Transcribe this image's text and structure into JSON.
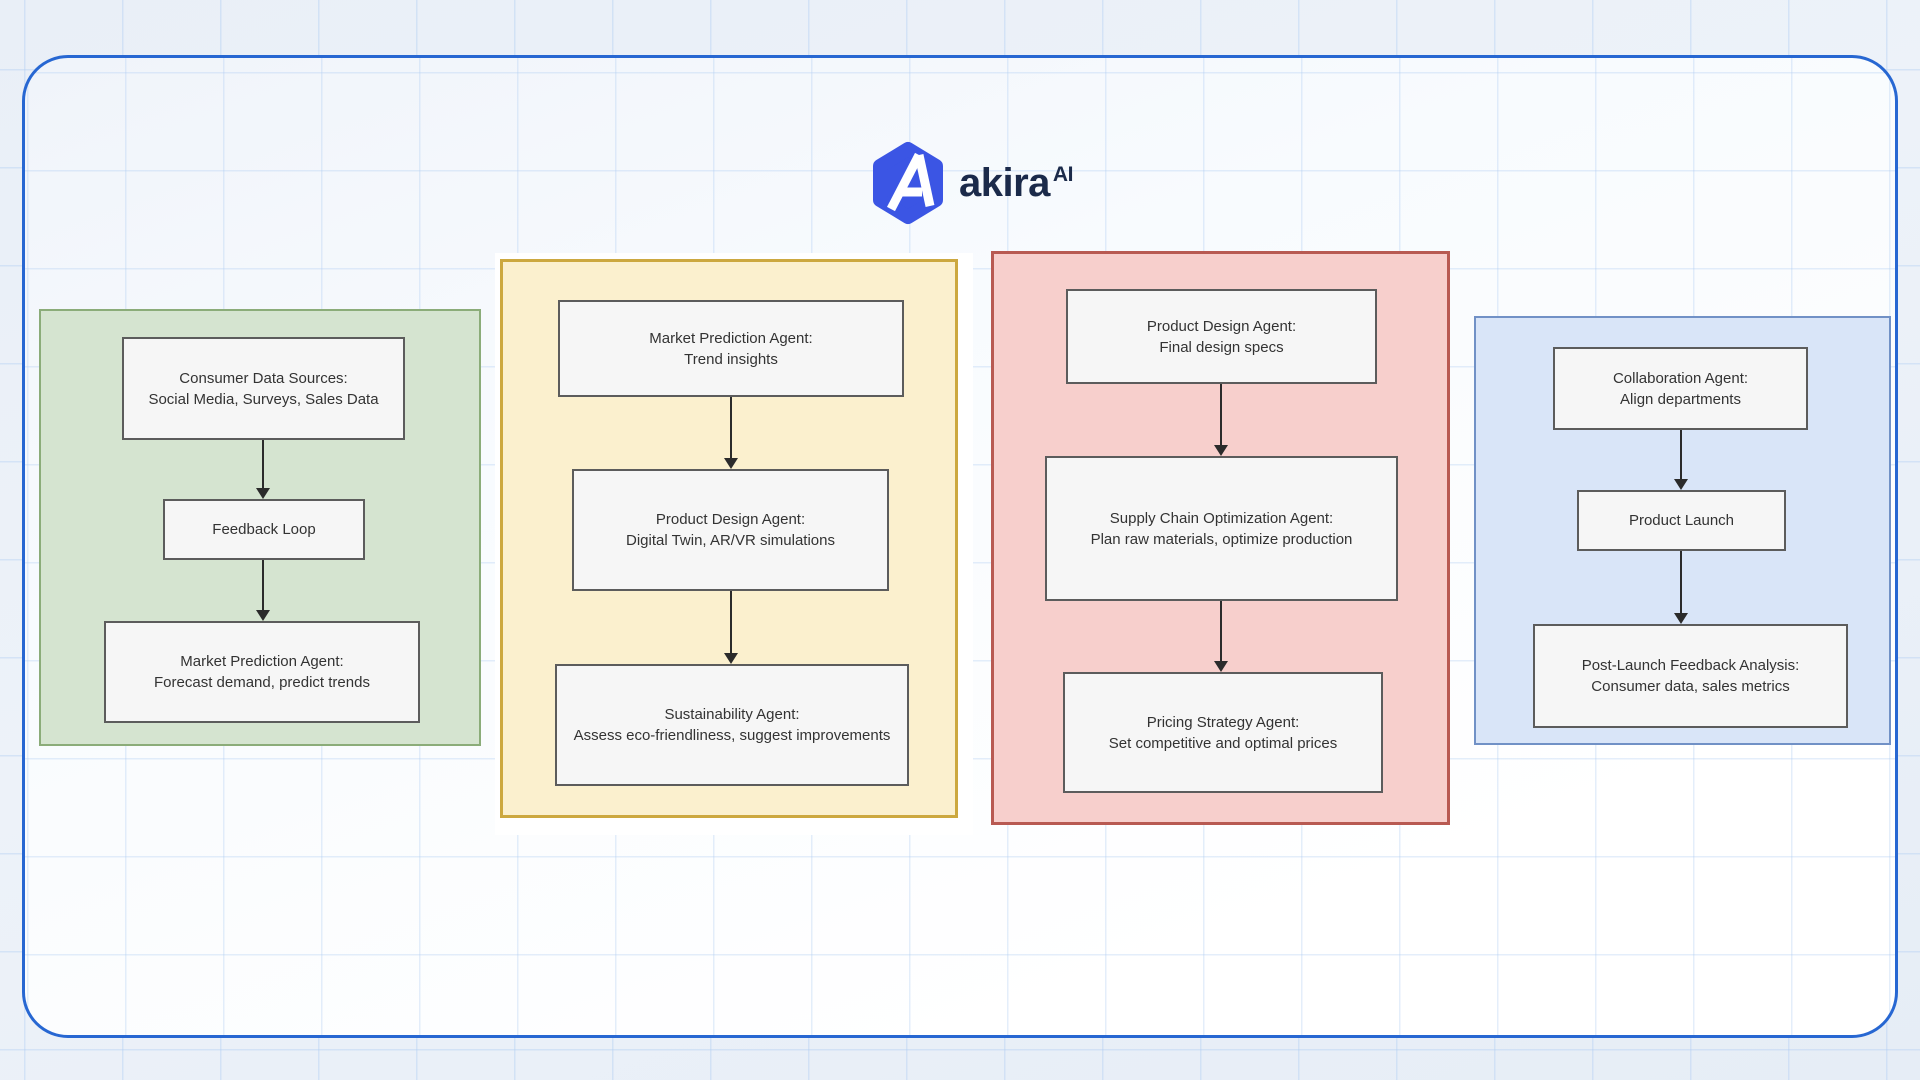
{
  "brand": {
    "name": "akira",
    "superscript": "AI",
    "icon": "hexagon-a-icon",
    "hexagon_color": "#3B55E4",
    "text_color": "#1B2A4A"
  },
  "canvas": {
    "border_color": "#2767D2",
    "grid_color": "#D6E4F7"
  },
  "node_style": {
    "fill": "#F6F6F6",
    "border": "#5C5C5C",
    "text_color": "#333333"
  },
  "panels": [
    {
      "name": "consumer-insights",
      "fill": "#D5E4D0",
      "border": "#8BAC79",
      "boxes": [
        {
          "lines": [
            "Consumer Data Sources:",
            "Social Media, Surveys, Sales Data"
          ]
        },
        {
          "lines": [
            "Feedback Loop"
          ]
        },
        {
          "lines": [
            "Market Prediction Agent:",
            "Forecast demand, predict trends"
          ]
        }
      ]
    },
    {
      "name": "design-simulation",
      "fill": "#FBF0CE",
      "border": "#CCA83F",
      "boxes": [
        {
          "lines": [
            "Market Prediction Agent:",
            "Trend insights"
          ]
        },
        {
          "lines": [
            "Product Design Agent:",
            "Digital Twin, AR/VR simulations"
          ]
        },
        {
          "lines": [
            "Sustainability Agent:",
            "Assess eco-friendliness, suggest improvements"
          ]
        }
      ]
    },
    {
      "name": "production-pricing",
      "fill": "#F7CFCC",
      "border": "#B85A52",
      "boxes": [
        {
          "lines": [
            "Product Design Agent:",
            "Final design specs"
          ]
        },
        {
          "lines": [
            "Supply Chain Optimization Agent:",
            "Plan raw materials, optimize production"
          ]
        },
        {
          "lines": [
            "Pricing Strategy Agent:",
            "Set competitive and optimal prices"
          ]
        }
      ]
    },
    {
      "name": "launch-feedback",
      "fill": "#D9E5F8",
      "border": "#7191C6",
      "boxes": [
        {
          "lines": [
            "Collaboration Agent:",
            "Align departments"
          ]
        },
        {
          "lines": [
            "Product Launch"
          ]
        },
        {
          "lines": [
            "Post-Launch Feedback Analysis:",
            "Consumer data, sales metrics"
          ]
        }
      ]
    }
  ]
}
